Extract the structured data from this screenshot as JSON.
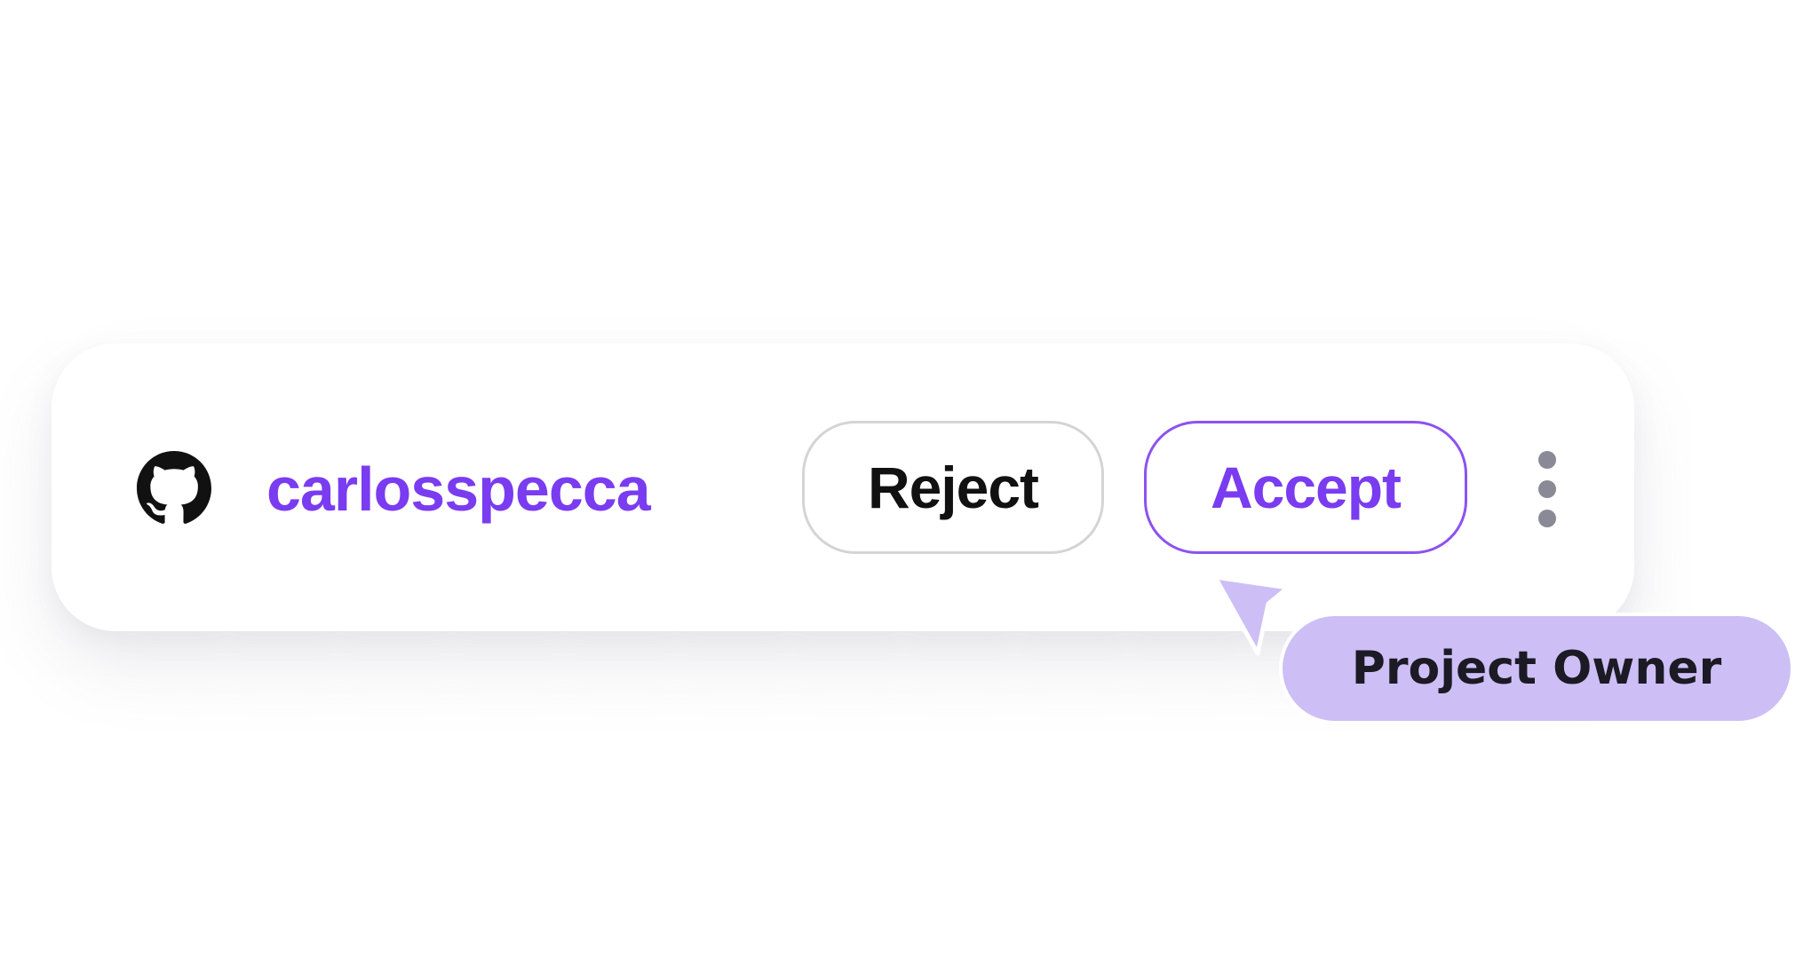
{
  "card": {
    "username": "carlosspecca",
    "provider_icon": "github-icon"
  },
  "actions": {
    "reject_label": "Reject",
    "accept_label": "Accept",
    "more_icon": "kebab-menu-icon"
  },
  "cursor_tag": {
    "label": "Project Owner",
    "icon": "cursor-arrow-icon"
  },
  "colors": {
    "accent": "#7a3cf0",
    "accent_border": "#8c52f2",
    "tag_background": "#cdbff5",
    "muted_dots": "#8a8a96"
  }
}
